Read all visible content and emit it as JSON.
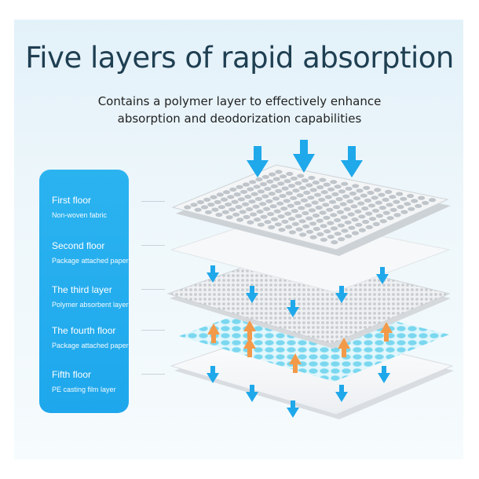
{
  "title": "Five layers of rapid absorption",
  "subtitle": "Contains a polymer layer to effectively enhance absorption and deodorization capabilities",
  "layers": [
    {
      "name": "First floor",
      "desc": "Non-woven fabric"
    },
    {
      "name": "Second floor",
      "desc": "Package attached paper"
    },
    {
      "name": "The third layer",
      "desc": "Polymer absorbent layer"
    },
    {
      "name": "The fourth floor",
      "desc": "Package attached paper"
    },
    {
      "name": "Fifth floor",
      "desc": "PE casting film layer"
    }
  ],
  "colors": {
    "panel": "#e8f4fa",
    "legend": "#22adef",
    "title": "#1f3f52",
    "arrow_blue": "#1fa8ea",
    "arrow_orange": "#f39a4a",
    "dots_blue": "#6fd4ee"
  },
  "icons": [
    "down-arrow-icon",
    "up-arrow-icon"
  ]
}
